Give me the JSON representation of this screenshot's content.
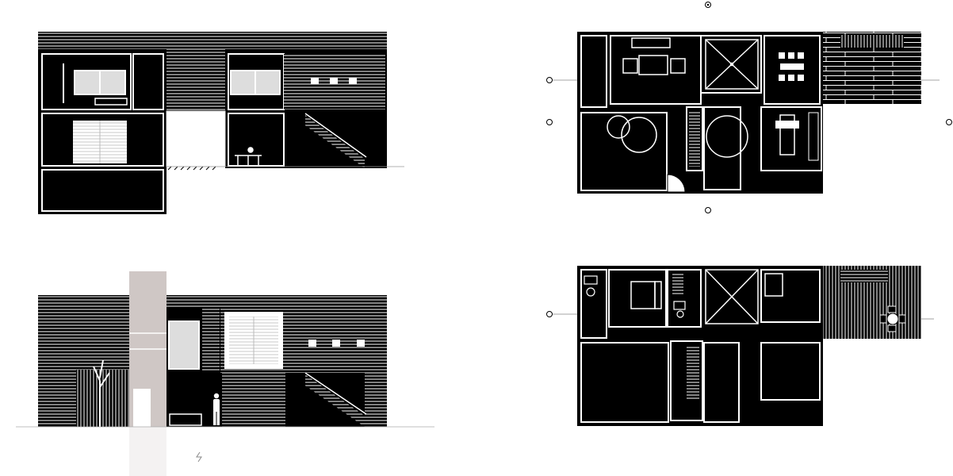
{
  "colors": {
    "background": "#ffffff",
    "ink": "#000000",
    "void": "#ffffff",
    "tower": "#cfc7c5",
    "tower_light": "#e8e3e2",
    "grey_glass": "#c9c9c9"
  },
  "drawings": [
    {
      "id": "section",
      "kind": "building-section",
      "labels": []
    },
    {
      "id": "elevation",
      "kind": "building-elevation",
      "labels": []
    },
    {
      "id": "ground-floor-plan",
      "kind": "floor-plan",
      "labels": []
    },
    {
      "id": "upper-floor-plan",
      "kind": "floor-plan",
      "labels": []
    }
  ],
  "icons": [
    "section-marker-icon",
    "north-arrow-icon",
    "human-figure-icon",
    "tree-icon",
    "dining-set-icon",
    "bed-icon",
    "sofa-icon",
    "stair-icon"
  ]
}
